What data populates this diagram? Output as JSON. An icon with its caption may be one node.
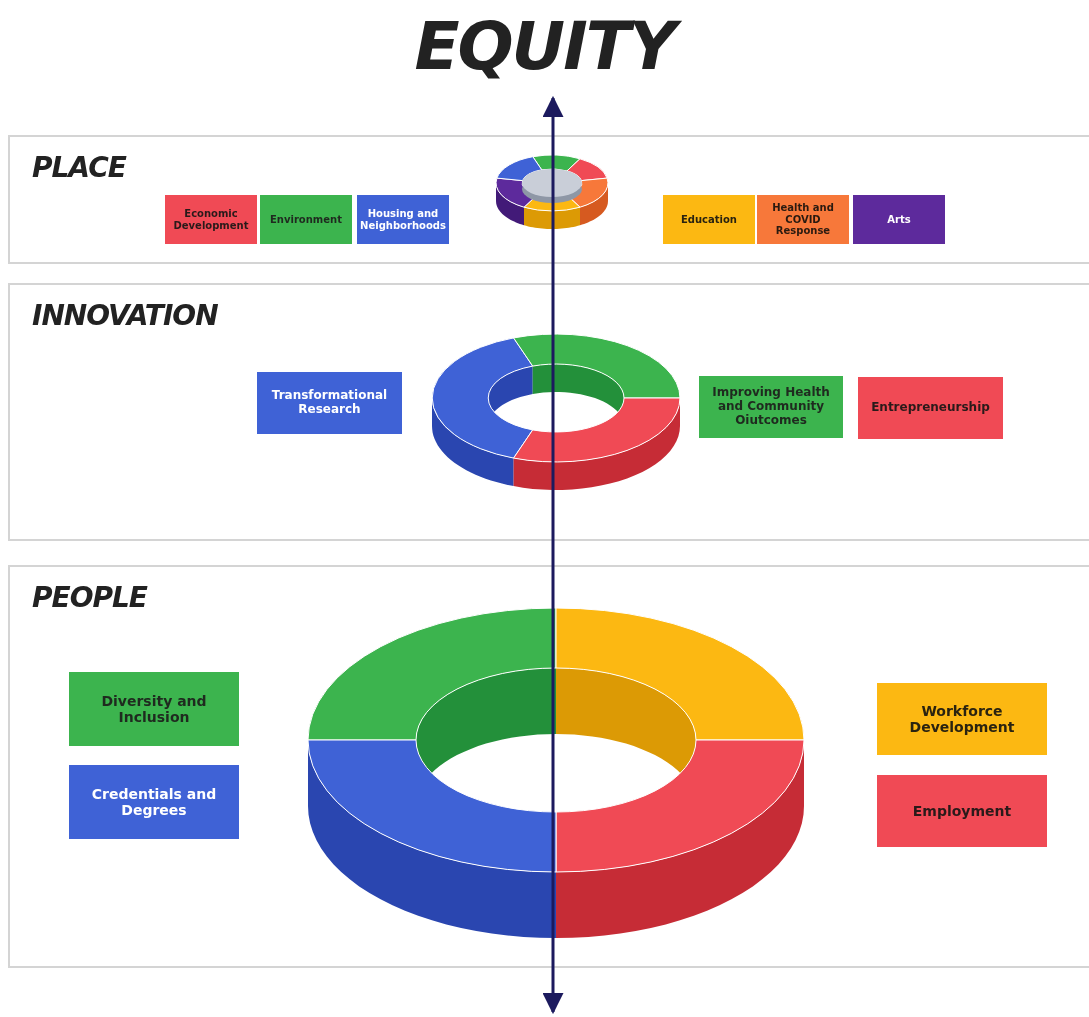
{
  "diagram": {
    "title": "EQUITY",
    "nodes": [
      {
        "text": [
          "PLACE"
        ]
      },
      {
        "text": [
          "Economic Development"
        ],
        "in": 0
      },
      {
        "text": [
          "Environment"
        ],
        "in": 0
      },
      {
        "text": [
          "Housing and Neighborhoods"
        ],
        "in": 0
      },
      {
        "text": [
          "Education"
        ],
        "in": 0
      },
      {
        "text": [
          "Health and COVID Response"
        ],
        "in": 0
      },
      {
        "text": [
          "Arts"
        ],
        "in": 0
      },
      {
        "text": [
          "INNOVATION"
        ]
      },
      {
        "text": [
          "Transformational Research"
        ],
        "in": 7
      },
      {
        "text": [
          "Improving Health and Community Oiutcomes"
        ],
        "in": 7
      },
      {
        "text": [
          "Entrepreneurship"
        ],
        "in": 7
      },
      {
        "text": [
          "PEOPLE"
        ]
      },
      {
        "text": [
          "Diversity and Inclusion"
        ],
        "in": 11
      },
      {
        "text": [
          "Credentials and Degrees"
        ],
        "in": 11
      },
      {
        "text": [
          "Workforce Development"
        ],
        "in": 11
      },
      {
        "text": [
          "Employment"
        ],
        "in": 11
      }
    ]
  }
}
